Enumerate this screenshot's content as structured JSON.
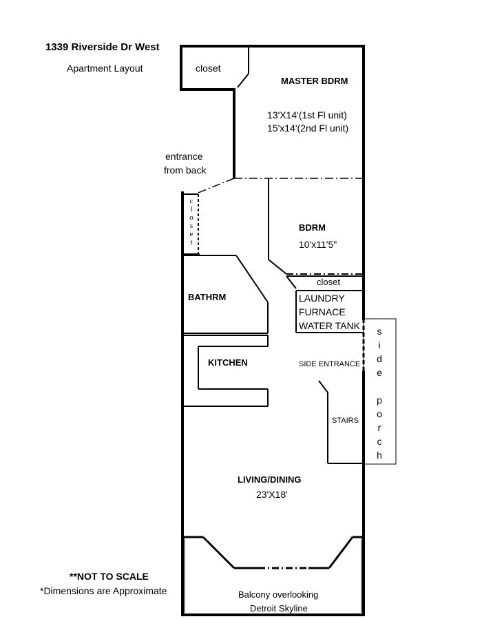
{
  "header": {
    "address": "1339 Riverside Dr West",
    "subtitle": "Apartment Layout"
  },
  "rooms": {
    "closet_top": "closet",
    "master_name": "MASTER BDRM",
    "master_dim_1": "13'X14'(1st Fl unit)",
    "master_dim_2": "15'x14'(2nd Fl unit)",
    "entrance_1": "entrance",
    "entrance_2": "from back",
    "closet_vertical": [
      "c",
      "l",
      "o",
      "s",
      "e",
      "t"
    ],
    "bdrm_name": "BDRM",
    "bdrm_dim": "10'x11'5\"",
    "closet_mid": "closet",
    "laundry": "LAUNDRY",
    "furnace": "FURNACE",
    "water_tank": "WATER TANK",
    "bathroom": "BATHRM",
    "kitchen": "KITCHEN",
    "side_entrance": "SIDE ENTRANCE",
    "stairs": "STAIRS",
    "side_porch_letters": [
      "s",
      "i",
      "d",
      "e",
      "",
      "p",
      "o",
      "r",
      "c",
      "h"
    ],
    "living_name": "LIVING/DINING",
    "living_dim": "23'X18'",
    "balcony_1": "Balcony overlooking",
    "balcony_2": "Detroit Skyline"
  },
  "notes": {
    "not_to_scale": "**NOT TO SCALE",
    "approx": "*Dimensions are Approximate"
  }
}
